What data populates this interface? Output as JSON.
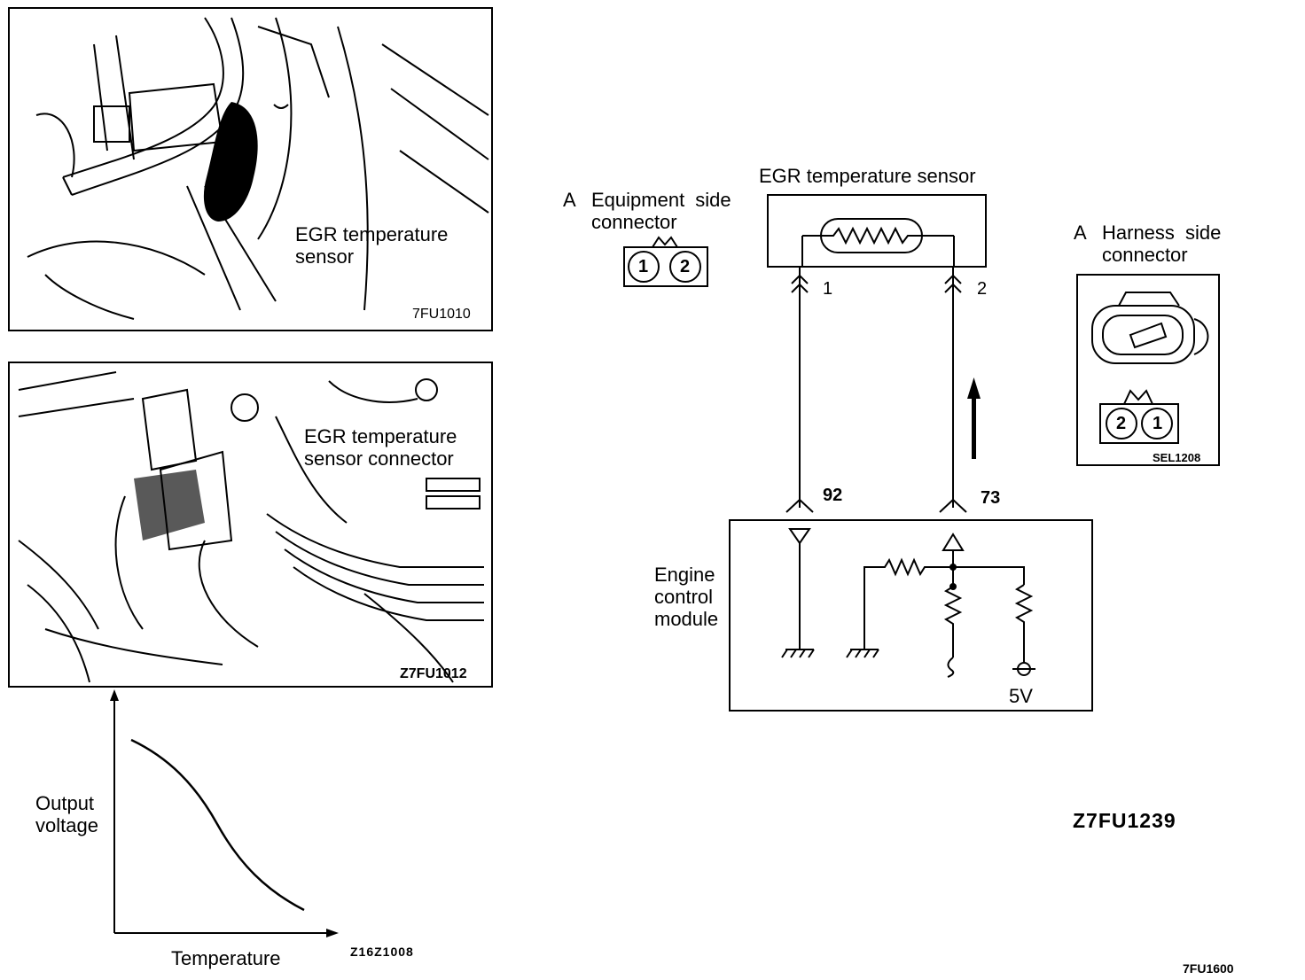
{
  "photo1": {
    "label_line1": "EGR temperature",
    "label_line2": "sensor",
    "code": "7FU1010"
  },
  "photo2": {
    "label_line1": "EGR temperature",
    "label_line2": "sensor connector",
    "code": "Z7FU1012"
  },
  "graph": {
    "ylabel_line1": "Output",
    "ylabel_line2": "voltage",
    "xlabel": "Temperature",
    "code": "Z16Z1008"
  },
  "circuit": {
    "sensor_title": "EGR temperature sensor",
    "equipment_connector": {
      "letter": "A",
      "line1": "Equipment side",
      "line2": "connector",
      "pins": [
        "1",
        "2"
      ]
    },
    "harness_connector": {
      "letter": "A",
      "line1": "Harness side",
      "line2": "connector",
      "pins": [
        "2",
        "1"
      ],
      "code": "SEL1208"
    },
    "sensor_pins": [
      "1",
      "2"
    ],
    "ecm_terminals": [
      "92",
      "73"
    ],
    "ecm_label_line1": "Engine",
    "ecm_label_line2": "control",
    "ecm_label_line3": "module",
    "supply": "5V",
    "code": "Z7FU1239"
  },
  "page_code": "7FU1600"
}
